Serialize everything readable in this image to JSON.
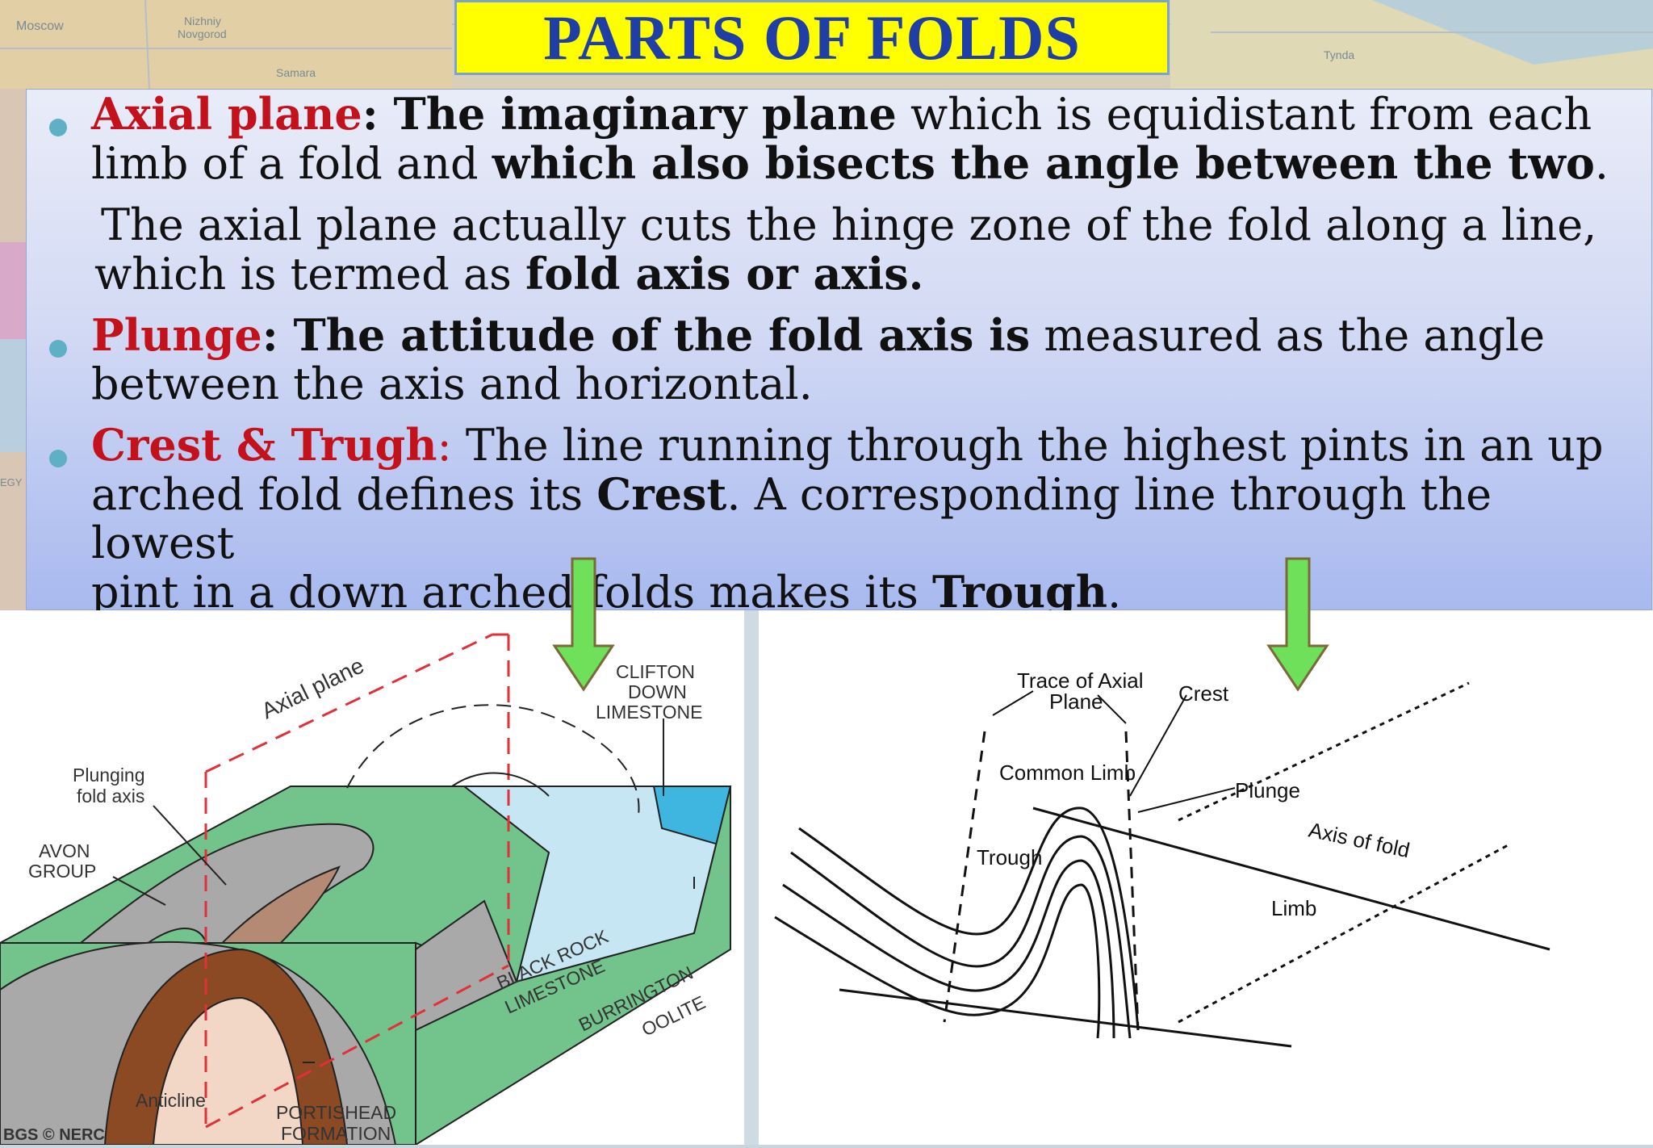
{
  "title": "PARTS OF FOLDS",
  "map_labels": [
    "Moscow",
    "Nizhniy",
    "Novgorod",
    "Samara",
    "Tynda",
    "EGY"
  ],
  "paragraphs": {
    "axial_term": "Axial plane",
    "axial_colon": ": ",
    "axial_b1": "The imaginary plane",
    "axial_t1": " which is equidistant from each",
    "axial_t2": "limb of a fold and ",
    "axial_b2": "which also bisects the angle between the two",
    "axial_t3": ".",
    "axial_line2a": "The axial plane actually cuts the hinge zone of the fold along a line,",
    "axial_line2b": "which is termed as ",
    "axial_b3": "fold axis or axis.",
    "plunge_term": "Plunge",
    "plunge_colon": ": ",
    "plunge_b1": "The attitude of the fold axis is",
    "plunge_t1": " measured as the angle",
    "plunge_t2": "between the axis and horizontal.",
    "crest_term": "Crest & Trugh",
    "crest_colon": ": ",
    "crest_t1": "The line running through the highest pints in an up",
    "crest_t2": "arched fold defines its ",
    "crest_b1": "Crest",
    "crest_t3": ". A corresponding line through the lowest",
    "crest_t4": "pint in a down arched folds makes its ",
    "crest_b2": "Trough",
    "crest_t5": "."
  },
  "left_diagram": {
    "axial_plane": "Axial plane",
    "plunging_1": "Plunging",
    "plunging_2": "fold axis",
    "avon_1": "AVON",
    "avon_2": "GROUP",
    "clifton_1": "CLIFTON",
    "clifton_2": "DOWN",
    "clifton_3": "LIMESTONE",
    "black_rock_1": "BLACK ROCK",
    "black_rock_2": "LIMESTONE",
    "burrington_1": "BURRINGTON",
    "burrington_2": "OOLITE",
    "anticline": "Anticline",
    "portishead_1": "PORTISHEAD",
    "portishead_2": "FORMATION",
    "credit": "BGS © NERC"
  },
  "right_diagram": {
    "trace_1": "Trace of Axial",
    "trace_2": "Plane",
    "crest": "Crest",
    "common_limb": "Common Limb",
    "plunge": "Plunge",
    "axis_of_fold": "Axis of fold",
    "trough": "Trough",
    "limb": "Limb"
  },
  "colors": {
    "title_bg": "#ffff00",
    "title_text": "#1f3fa6",
    "term_red": "#c3121b",
    "arrow_green": "#6ee05a"
  }
}
